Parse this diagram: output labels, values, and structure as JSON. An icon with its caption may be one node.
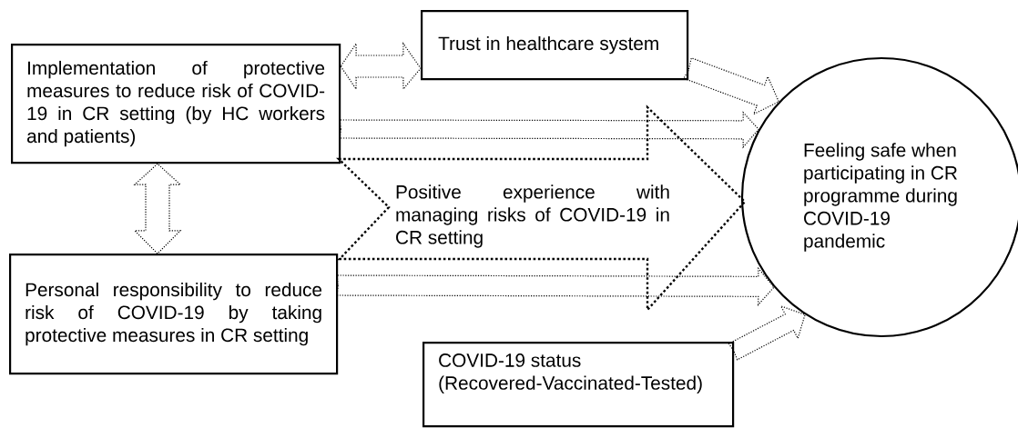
{
  "diagram": {
    "nodes": [
      {
        "text": [
          "Implementation of protective measures to reduce risk of COVID-19 in CR setting (by HC workers and patients)"
        ]
      },
      {
        "text": [
          "Trust in healthcare system"
        ]
      },
      {
        "text": [
          "Personal responsibility to reduce risk of COVID-19 by taking protective measures in CR setting"
        ]
      },
      {
        "text": [
          "COVID-19 status (Recovered-Vaccinated-Tested)"
        ]
      },
      {
        "text": [
          "Feeling safe when participating in CR programme during COVID-19 pandemic"
        ]
      },
      {
        "text": [
          "Positive experience with managing risks of COVID-19 in CR setting"
        ]
      }
    ],
    "edges": [
      {
        "from": 0,
        "to": 1,
        "arrow": "both"
      },
      {
        "from": 0,
        "to": 2,
        "arrow": "both"
      },
      {
        "from": 1,
        "to": 4,
        "arrow": "to"
      },
      {
        "from": 0,
        "to": 4,
        "arrow": "to"
      },
      {
        "from": 2,
        "to": 4,
        "arrow": "to"
      },
      {
        "from": 3,
        "to": 4,
        "arrow": "to"
      }
    ]
  }
}
